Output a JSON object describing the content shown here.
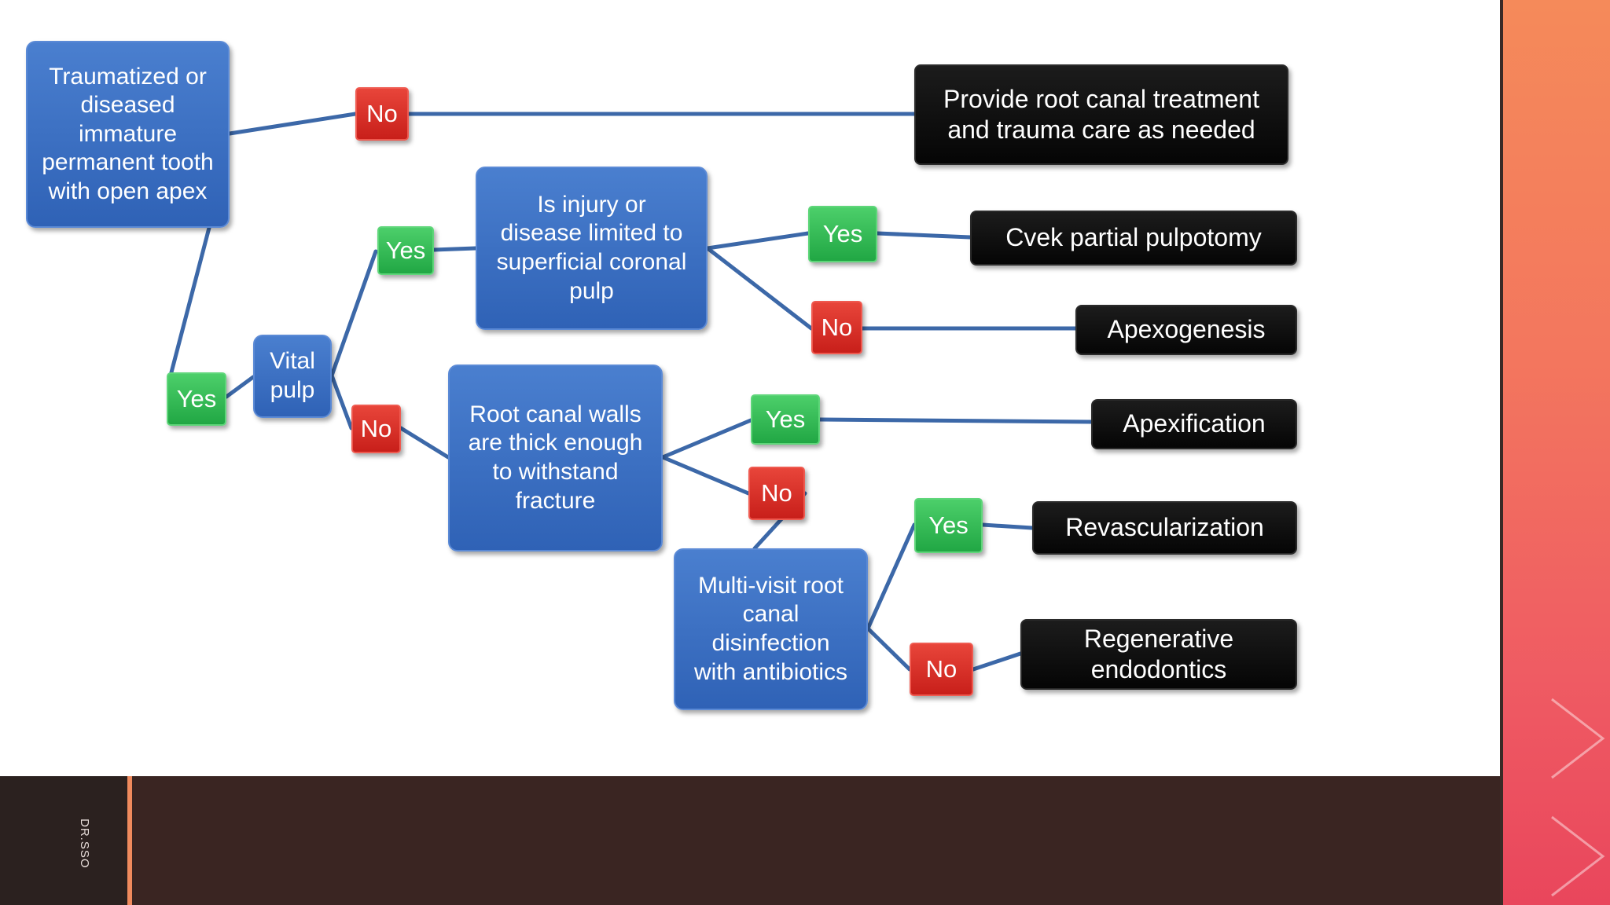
{
  "footer": {
    "label": "DR.SSO"
  },
  "colors": {
    "decision_node": "#2f62b6",
    "outcome_node": "#0a0a0a",
    "yes_badge": "#2bb34d",
    "no_badge": "#d42a22",
    "connector": "#3c68a8",
    "footer_bar": "#3a2522",
    "accent_panel": "#f3765e"
  },
  "nodes": {
    "start": "Traumatized or diseased immature permanent tooth with open apex",
    "vital_pulp": "Vital pulp",
    "injury_limited": "Is injury or disease limited to superficial coronal pulp",
    "root_walls": "Root canal walls are thick enough to withstand fracture",
    "multi_visit": "Multi-visit root canal disinfection with antibiotics"
  },
  "outcomes": {
    "root_canal": "Provide root canal treatment and trauma care as needed",
    "cvek": "Cvek partial pulpotomy",
    "apexogenesis": "Apexogenesis",
    "apexification": "Apexification",
    "revascularization": "Revascularization",
    "regenerative": "Regenerative endodontics"
  },
  "answers": {
    "yes": "Yes",
    "no": "No"
  }
}
